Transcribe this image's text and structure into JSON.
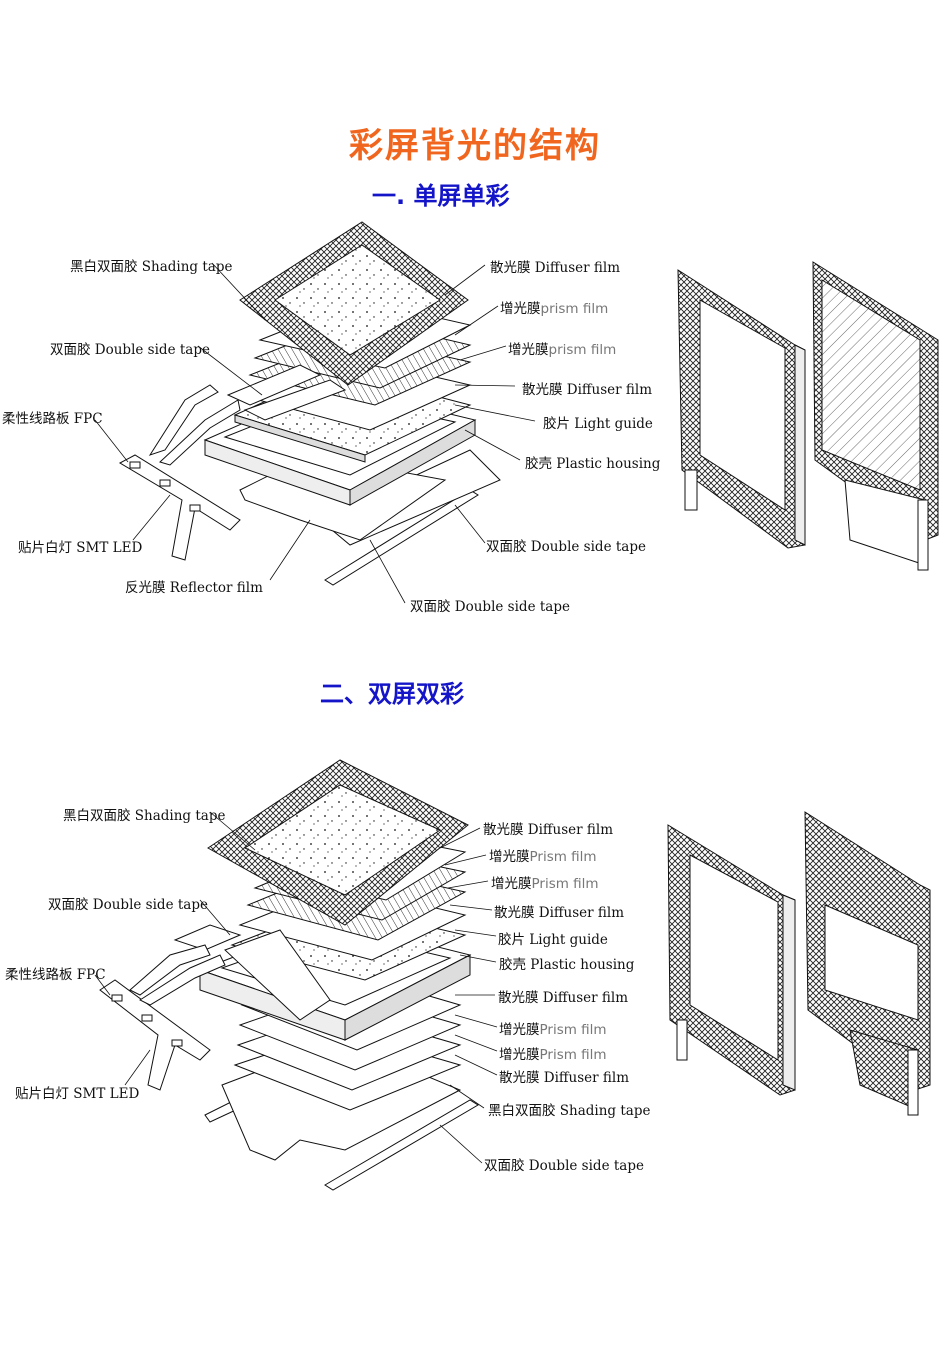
{
  "title": "彩屏背光的结构",
  "sections": [
    {
      "heading": "一.  单屏单彩"
    },
    {
      "heading": "二、双屏双彩"
    }
  ],
  "diagram1": {
    "labels": {
      "shading_tape": "黑白双面胶 Shading tape",
      "double_tape_top": "双面胶 Double side tape",
      "fpc": "柔性线路板 FPC",
      "smt_led": "贴片白灯 SMT LED",
      "reflector": "反光膜 Reflector film",
      "diffuser_top_cn": "散光膜 Diffuser film",
      "prism1_cn": "增光膜",
      "prism1_en": "prism film",
      "prism2_cn": "增光膜",
      "prism2_en": "prism film",
      "diffuser2": "散光膜  Diffuser film",
      "light_guide": "胶片  Light guide",
      "housing": "胶壳  Plastic housing",
      "double_tape_r": "双面胶 Double side tape",
      "double_tape_b": "双面胶 Double side tape"
    }
  },
  "diagram2": {
    "labels": {
      "shading_tape": "黑白双面胶 Shading tape",
      "double_tape_top": "双面胶 Double side tape",
      "fpc": "柔性线路板 FPC",
      "smt_led": "贴片白灯 SMT LED",
      "diffuser_top": "散光膜 Diffuser film",
      "prism1_cn": "增光膜",
      "prism1_en": "Prism film",
      "prism2_cn": "增光膜",
      "prism2_en": "Prism film",
      "diffuser2": "散光膜  Diffuser film",
      "light_guide": "胶片  Light guide",
      "housing": "胶壳  Plastic housing",
      "diffuser3": "散光膜  Diffuser film",
      "prism3_cn": "增光膜",
      "prism3_en": "Prism film",
      "prism4_cn": "增光膜",
      "prism4_en": "Prism film",
      "diffuser4": "散光膜  Diffuser film",
      "shading_tape_b": "黑白双面胶 Shading tape",
      "double_tape_b": "双面胶 Double side tape"
    }
  },
  "colors": {
    "title": "#f0661e",
    "heading": "#1414c8",
    "line": "#111111"
  }
}
